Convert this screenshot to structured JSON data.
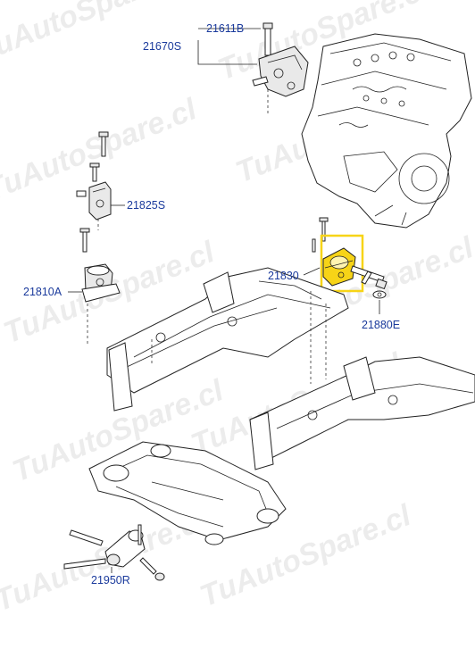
{
  "watermark": "TuAutoSpare.cl",
  "highlight_color": "#f7d417",
  "label_color": "#1a3a9c",
  "parts": {
    "p21611B": "21611B",
    "p21670S": "21670S",
    "p21825S": "21825S",
    "p21830": "21830",
    "p21810A": "21810A",
    "p21880E": "21880E",
    "p21950R": "21950R"
  }
}
